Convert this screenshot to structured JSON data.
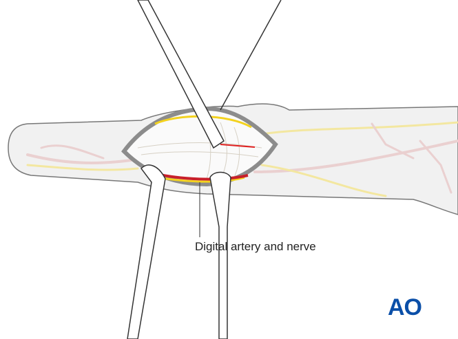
{
  "illustration": {
    "subject": "finger surgical exposure with retractors",
    "annotation": "Digital artery and nerve",
    "logo": "AO",
    "colors": {
      "outline": "#7a7a7a",
      "skin": "#ececec",
      "artery": "#c8202a",
      "artery_faded": "#e9b9b9",
      "nerve": "#f3d21e",
      "nerve_faded": "#f3e7a0",
      "logo": "#0b4fa8",
      "wound_rim": "#8c8c8c"
    }
  }
}
